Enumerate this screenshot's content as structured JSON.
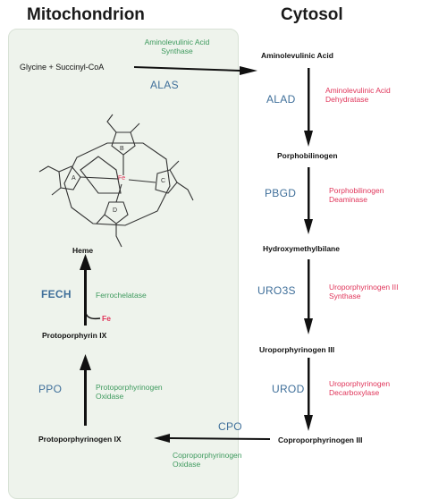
{
  "titles": {
    "left": "Mitochondrion",
    "right": "Cytosol"
  },
  "molecules": {
    "glycine_succinyl": "Glycine + Succinyl-CoA",
    "ala": "Aminolevulinic Acid",
    "pbg": "Porphobilinogen",
    "hmb": "Hydroxymethylbilane",
    "uro3": "Uroporphyrinogen III",
    "copro3": "Coproporphyrinogen III",
    "protogen9": "Protoporphyrinogen IX",
    "proto9": "Protoporphyrin IX",
    "heme": "Heme",
    "fe": "Fe"
  },
  "enzymes": {
    "alas": {
      "abbr": "ALAS",
      "line1": "Aminolevulinic Acid",
      "line2": "Synthase"
    },
    "alad": {
      "abbr": "ALAD",
      "line1": "Aminolevulinic Acid",
      "line2": "Dehydratase"
    },
    "pbgd": {
      "abbr": "PBGD",
      "line1": "Porphobilinogen",
      "line2": "Deaminase"
    },
    "uro3s": {
      "abbr": "URO3S",
      "line1": "Uroporphyrinogen III",
      "line2": "Synthase"
    },
    "urod": {
      "abbr": "UROD",
      "line1": "Uroporphyrinogen",
      "line2": "Decarboxylase"
    },
    "cpo": {
      "abbr": "CPO",
      "line1": "Coproporphyrinogen",
      "line2": "Oxidase"
    },
    "ppo": {
      "abbr": "PPO",
      "line1": "Protoporphyrinogen",
      "line2": "Oxidase"
    },
    "fech": {
      "abbr": "FECH",
      "line1": "Ferrochelatase"
    }
  },
  "heme_structure": {
    "rings": [
      "A",
      "B",
      "C",
      "D"
    ],
    "center": "Fe"
  },
  "colors": {
    "mito_enzyme": "#3e9a5e",
    "cyto_enzyme": "#e0355a",
    "abbreviation": "#3f6f9a",
    "mito_background": "#eef3ec"
  }
}
